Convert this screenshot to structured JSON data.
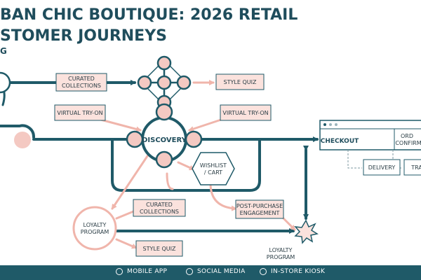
{
  "title": {
    "line1": "BAN CHIC BOUTIQUE: 2026 RETAIL",
    "line2": "STOMER JOURNEYS",
    "line3": "G"
  },
  "nodes": {
    "curated_top": [
      "CURATED",
      "COLLECTIONS"
    ],
    "style_quiz_top": "STYLE QUIZ",
    "virtual_left": "VIRTUAL TRY-ON",
    "virtual_right": "VIRTUAL TRY-ON",
    "discovery": "DISCOVERY",
    "wishlist": [
      "WISHLIST",
      "/ CART"
    ],
    "checkout": "CHECKOUT",
    "order_confirm": [
      "ORD",
      "CONFIRM"
    ],
    "delivery": "DELIVERY",
    "tra": "TRA",
    "curated_bottom": [
      "CURATED",
      "COLLECTIONS"
    ],
    "loyalty_left": [
      "LOYALTY",
      "PROGRAM"
    ],
    "post_purchase": [
      "POST-PURCHASE",
      "ENGAGEMENT"
    ],
    "style_quiz_bottom": "STYLE QUIZ",
    "loyalty_right": [
      "LOYALTY",
      "PROGRAM"
    ]
  },
  "footer": {
    "items": [
      {
        "icon": "mobile-icon",
        "label": "MOBILE APP"
      },
      {
        "icon": "social-icon",
        "label": "SOCIAL MEDIA"
      },
      {
        "icon": "kiosk-icon",
        "label": "IN-STORE KIOSK"
      }
    ]
  },
  "colors": {
    "teal": "#1f5a68",
    "pink": "#f4c9c2",
    "pink_box": "#fbe2dd",
    "light_teal": "#d8ebee"
  }
}
